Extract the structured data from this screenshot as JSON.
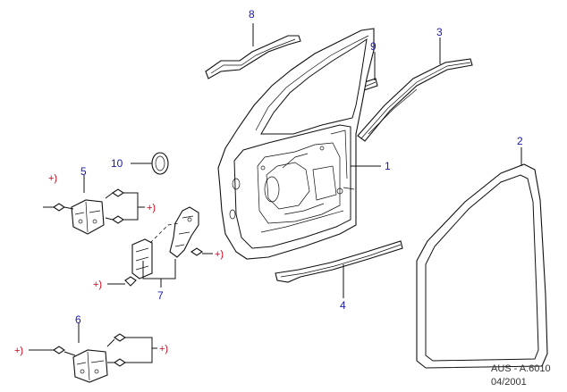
{
  "callouts": {
    "c1": "1",
    "c2": "2",
    "c3": "3",
    "c4": "4",
    "c5": "5",
    "c6": "6",
    "c7": "7",
    "c8": "8",
    "c9": "9",
    "c10": "10"
  },
  "fastener_note": "+)",
  "footer": {
    "code": "AUS - A.6010",
    "date": "04/2001"
  },
  "colors": {
    "callout": "#1a1aa8",
    "fastener_note": "#d0021b",
    "linework": "#111111"
  }
}
